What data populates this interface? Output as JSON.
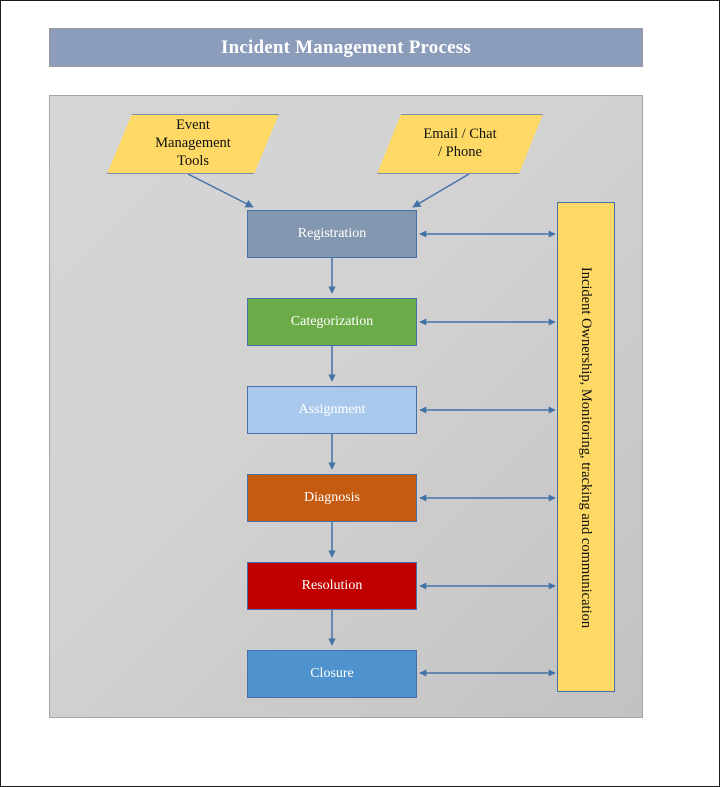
{
  "header": {
    "title": "Incident Management Process"
  },
  "diagram": {
    "type": "flowchart",
    "inputs": [
      {
        "id": "event-management-tools",
        "label": "Event\nManagement\nTools",
        "label_lines": [
          "Event",
          "Management",
          "Tools"
        ],
        "shape": "parallelogram",
        "fill": "#FFD966",
        "border": "#7A8FAE",
        "text_color": "#111111"
      },
      {
        "id": "email-chat-phone",
        "label": "Email / Chat\n/ Phone",
        "label_lines": [
          "Email / Chat",
          "/ Phone"
        ],
        "shape": "parallelogram",
        "fill": "#FFD966",
        "border": "#7A8FAE",
        "text_color": "#111111"
      }
    ],
    "steps": [
      {
        "id": "registration",
        "label": "Registration",
        "fill": "#8497B0",
        "border": "#4472A8",
        "text_color": "#FFFFFF"
      },
      {
        "id": "categorization",
        "label": "Categorization",
        "fill": "#6CAC48",
        "border": "#4472A8",
        "text_color": "#FFFFFF"
      },
      {
        "id": "assignment",
        "label": "Assignment",
        "fill": "#A9C9EC",
        "border": "#4472A8",
        "text_color": "#FFFFFF"
      },
      {
        "id": "diagnosis",
        "label": "Diagnosis",
        "fill": "#C55A11",
        "border": "#4472A8",
        "text_color": "#FFFFFF"
      },
      {
        "id": "resolution",
        "label": "Resolution",
        "fill": "#C00000",
        "border": "#4472A8",
        "text_color": "#FFFFFF"
      },
      {
        "id": "closure",
        "label": "Closure",
        "fill": "#4F93CE",
        "border": "#4472A8",
        "text_color": "#FFFFFF"
      }
    ],
    "sidebar_note": {
      "id": "incident-ownership-note",
      "label": "Incident Ownership, Monitoring, tracking and communication",
      "orientation": "vertical-rotated-90",
      "fill": "#FFD966",
      "border": "#4472A8",
      "text_color": "#111111"
    },
    "connectors": {
      "arrow_color": "#4472A8",
      "flow_arrows": [
        {
          "from": "event-management-tools",
          "to": "registration",
          "style": "single"
        },
        {
          "from": "email-chat-phone",
          "to": "registration",
          "style": "single"
        },
        {
          "from": "registration",
          "to": "categorization",
          "style": "single"
        },
        {
          "from": "categorization",
          "to": "assignment",
          "style": "single"
        },
        {
          "from": "assignment",
          "to": "diagnosis",
          "style": "single"
        },
        {
          "from": "diagnosis",
          "to": "resolution",
          "style": "single"
        },
        {
          "from": "resolution",
          "to": "closure",
          "style": "single"
        }
      ],
      "note_arrows": [
        {
          "from": "registration",
          "to": "incident-ownership-note",
          "style": "double"
        },
        {
          "from": "categorization",
          "to": "incident-ownership-note",
          "style": "double"
        },
        {
          "from": "assignment",
          "to": "incident-ownership-note",
          "style": "double"
        },
        {
          "from": "diagnosis",
          "to": "incident-ownership-note",
          "style": "double"
        },
        {
          "from": "resolution",
          "to": "incident-ownership-note",
          "style": "double"
        },
        {
          "from": "closure",
          "to": "incident-ownership-note",
          "style": "double"
        }
      ]
    },
    "palette": {
      "banner": "#8B9DBA",
      "panel_background": "#D2D2D2",
      "page_background": "#FFFFFF",
      "page_border": "#1A1A1A"
    }
  }
}
